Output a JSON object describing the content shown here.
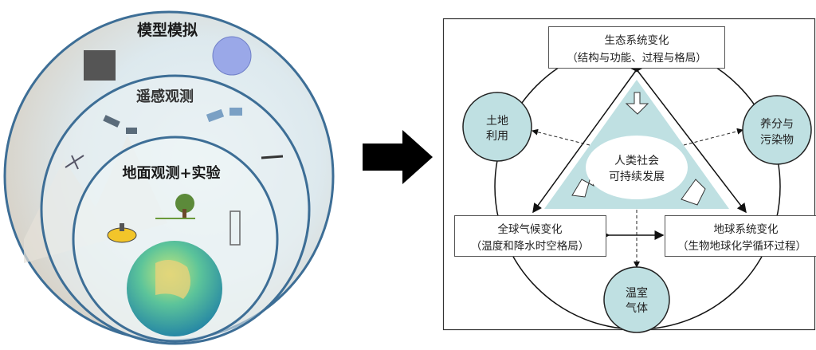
{
  "left": {
    "outer_label": "模型模拟",
    "middle_label": "遥感观测",
    "inner_label": "地面观测+实验"
  },
  "right": {
    "top_box": {
      "line1": "生态系统变化",
      "line2": "（结构与功能、过程与格局）"
    },
    "left_box": {
      "line1": "全球气候变化",
      "line2": "（温度和降水时空格局）"
    },
    "right_box": {
      "line1": "地球系统变化",
      "line2": "（生物地球化学循环过程）"
    },
    "circle_left": {
      "line1": "土地",
      "line2": "利用"
    },
    "circle_right": {
      "line1": "养分与",
      "line2": "污染物"
    },
    "circle_bottom": {
      "line1": "温室",
      "line2": "气体"
    },
    "center": {
      "line1": "人类社会",
      "line2": "可持续发展"
    }
  },
  "colors": {
    "ring": "#3d6e96",
    "teal": "#bfe0e2",
    "tealStroke": "#222"
  }
}
